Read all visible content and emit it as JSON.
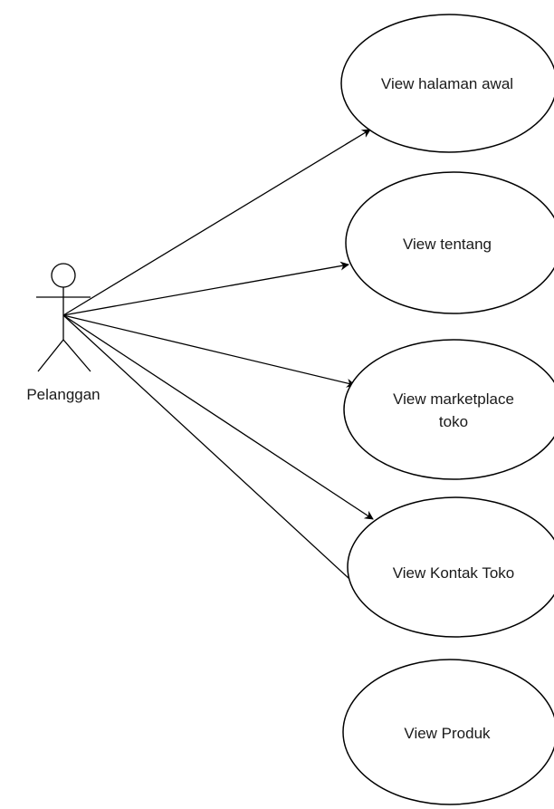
{
  "actor": {
    "name": "Pelanggan"
  },
  "use_cases": [
    {
      "lines": [
        "View halaman awal"
      ]
    },
    {
      "lines": [
        "View tentang"
      ]
    },
    {
      "lines": [
        "View marketplace",
        "toko"
      ]
    },
    {
      "lines": [
        "View Kontak Toko"
      ]
    },
    {
      "lines": [
        "View Produk"
      ]
    }
  ],
  "colors": {
    "stroke": "#000000",
    "background": "#ffffff",
    "text": "#1a1a1a"
  }
}
